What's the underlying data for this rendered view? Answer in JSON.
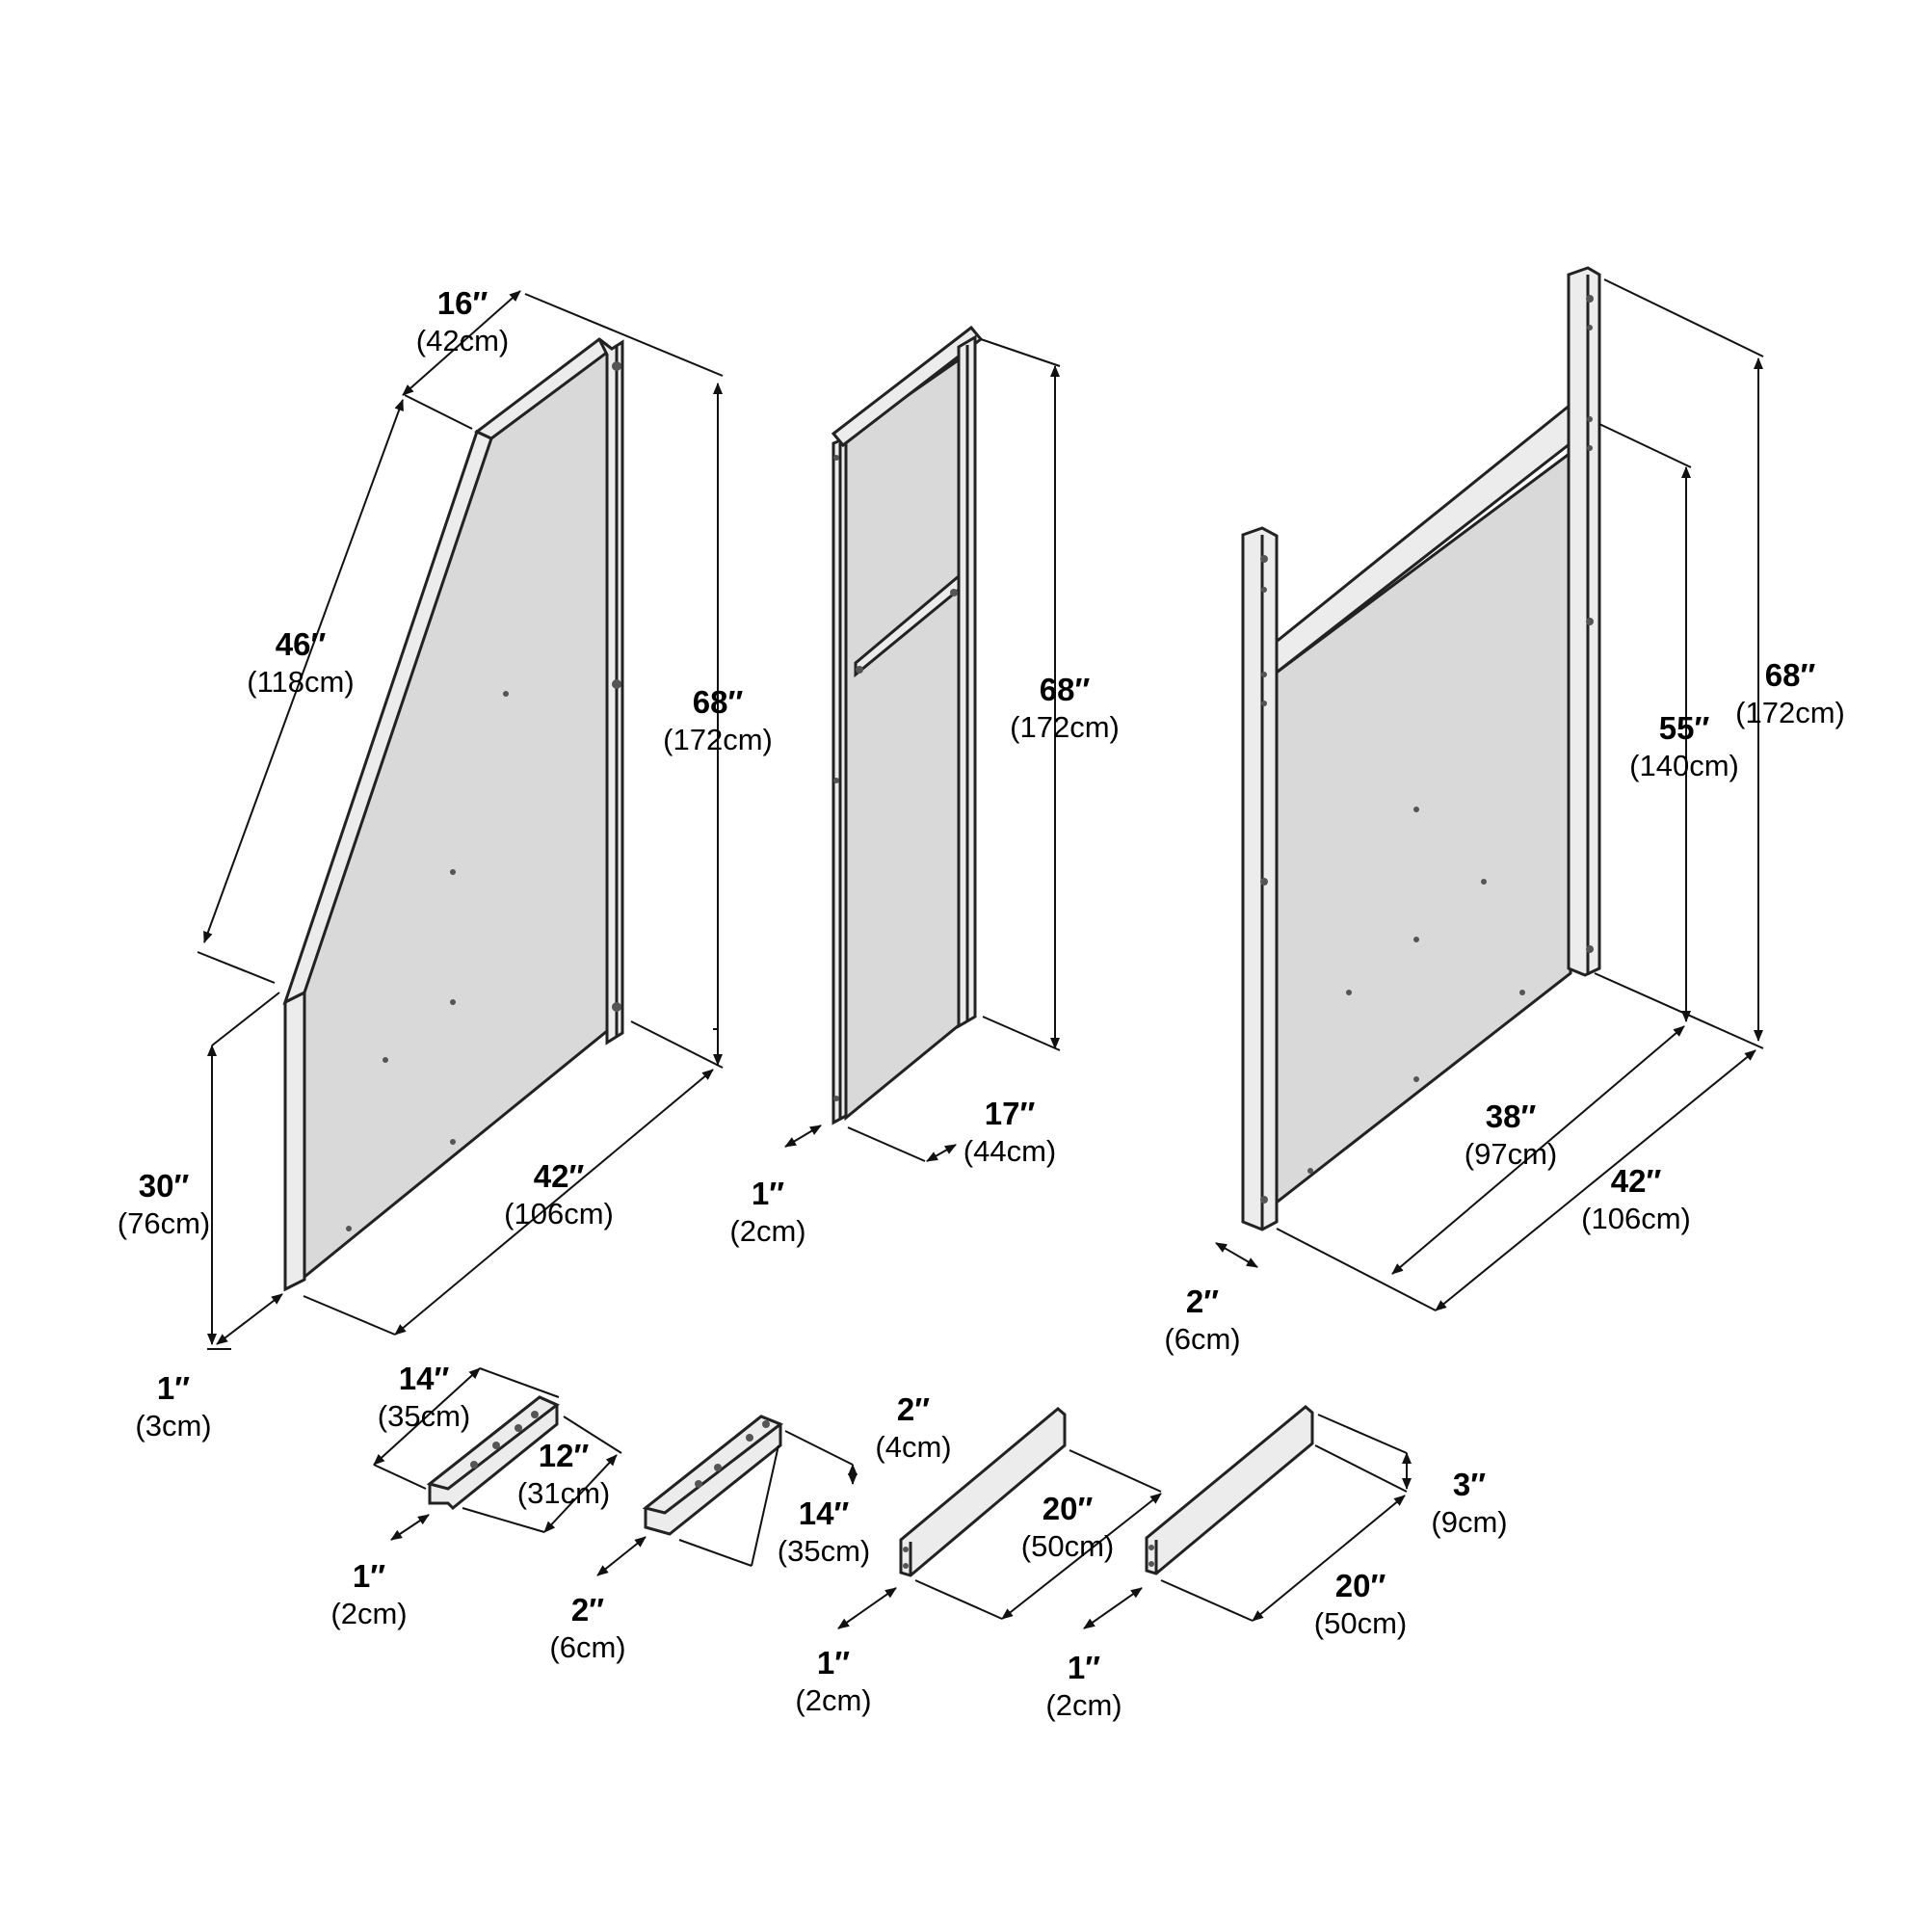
{
  "labels": {
    "p1_top_width": {
      "in": "16″",
      "cm": "(42cm)"
    },
    "p1_slope": {
      "in": "46″",
      "cm": "(118cm)"
    },
    "p1_height": {
      "in": "68″",
      "cm": "(172cm)"
    },
    "p1_low_height": {
      "in": "30″",
      "cm": "(76cm)"
    },
    "p1_depth": {
      "in": "42″",
      "cm": "(106cm)"
    },
    "p1_thickness": {
      "in": "1″",
      "cm": "(3cm)"
    },
    "p2_height": {
      "in": "68″",
      "cm": "(172cm)"
    },
    "p2_width": {
      "in": "17″",
      "cm": "(44cm)"
    },
    "p2_thickness": {
      "in": "1″",
      "cm": "(2cm)"
    },
    "p3_post_height": {
      "in": "68″",
      "cm": "(172cm)"
    },
    "p3_panel_height": {
      "in": "55″",
      "cm": "(140cm)"
    },
    "p3_inner_width": {
      "in": "38″",
      "cm": "(97cm)"
    },
    "p3_outer_width": {
      "in": "42″",
      "cm": "(106cm)"
    },
    "p3_thickness": {
      "in": "2″",
      "cm": "(6cm)"
    },
    "b1_length": {
      "in": "14″",
      "cm": "(35cm)"
    },
    "b1_width": {
      "in": "12″",
      "cm": "(31cm)"
    },
    "b1_thickness": {
      "in": "1″",
      "cm": "(2cm)"
    },
    "b2_height": {
      "in": "2″",
      "cm": "(4cm)"
    },
    "b2_length": {
      "in": "14″",
      "cm": "(35cm)"
    },
    "b2_thickness": {
      "in": "2″",
      "cm": "(6cm)"
    },
    "s1_length": {
      "in": "20″",
      "cm": "(50cm)"
    },
    "s1_thickness": {
      "in": "1″",
      "cm": "(2cm)"
    },
    "s2_height": {
      "in": "3″",
      "cm": "(9cm)"
    },
    "s2_length": {
      "in": "20″",
      "cm": "(50cm)"
    },
    "s2_thickness": {
      "in": "1″",
      "cm": "(2cm)"
    }
  }
}
